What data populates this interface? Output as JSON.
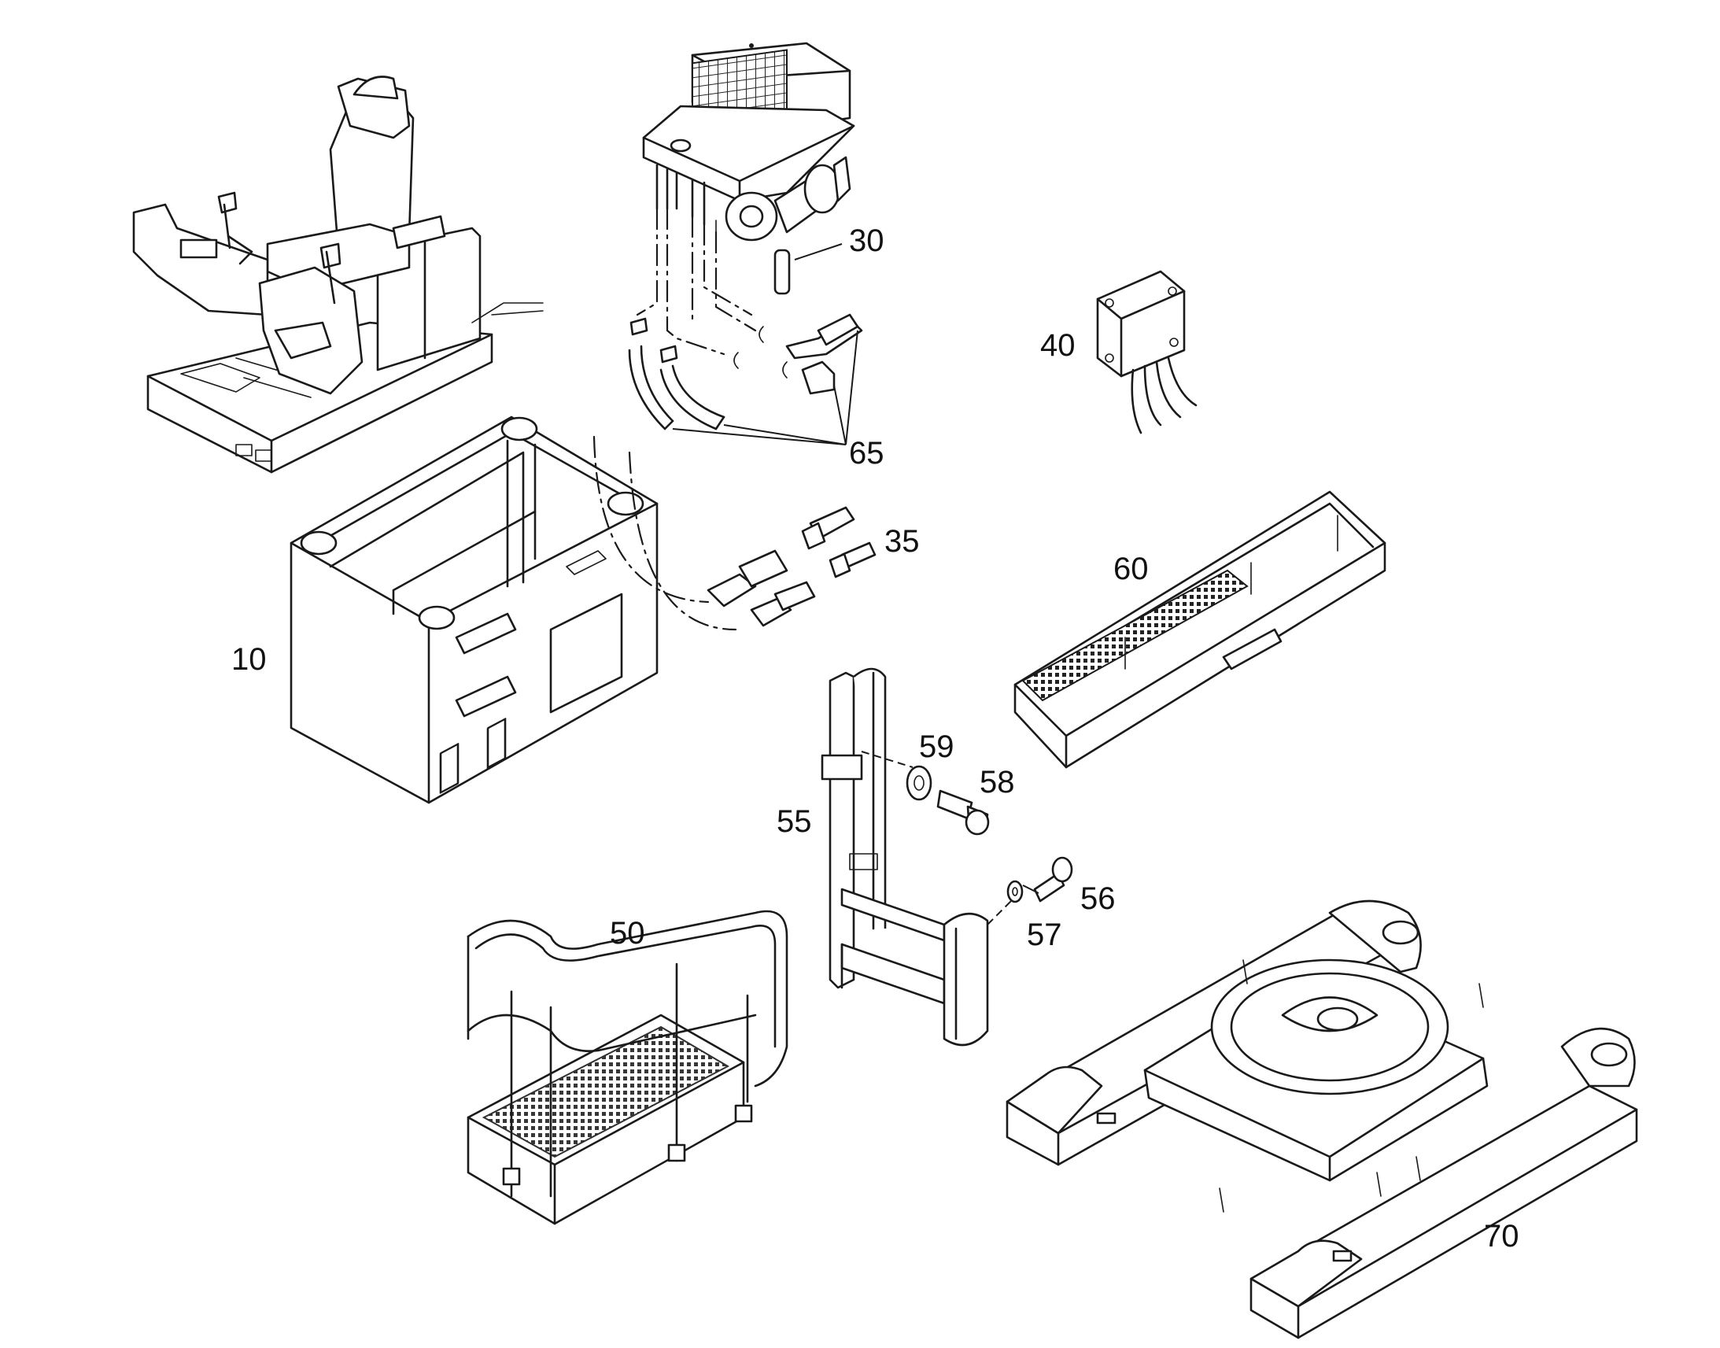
{
  "callouts": {
    "p10": "10",
    "p30": "30",
    "p35": "35",
    "p40": "40",
    "p50": "50",
    "p55": "55",
    "p56": "56",
    "p57": "57",
    "p58": "58",
    "p59": "59",
    "p60": "60",
    "p65": "65",
    "p70": "70"
  }
}
